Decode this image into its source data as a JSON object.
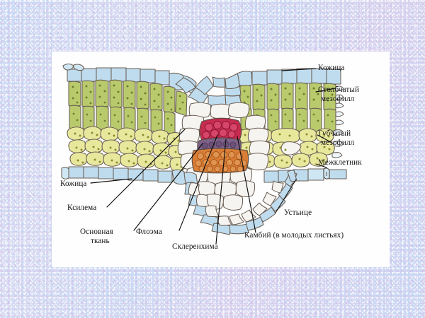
{
  "figure": {
    "kind": "leaf-cross-section-diagram",
    "title_visible": false,
    "background_color": "#ccdaf2",
    "panel_color": "#fefefe"
  },
  "labels": {
    "kozhitsa_top": "Кожица",
    "stolbchaty_mezofill": "Столбчатый",
    "stolbchaty_mezofill2": "мезофилл",
    "gubchaty_mezofill": "Губчатый",
    "gubchaty_mezofill2": "мезофилл",
    "mezhkletnik": "Межклетник",
    "kozhitsa_left": "Кожица",
    "ksilema": "Ксилема",
    "osnovnaya_tkan": "Основная",
    "osnovnaya_tkan2": "ткань",
    "floema": "Флоэма",
    "sklerenhima": "Склеренхима",
    "kambiy": "Камбий (в молодых листьях)",
    "ustice": "Устьице"
  },
  "colors": {
    "upper_epidermis": "#bcd9ec",
    "palisade_mesophyll": "#b9c96a",
    "spongy_mesophyll": "#e6e79a",
    "ground_tissue": "#f3f1ee",
    "sclerenchyma": "#c42a4f",
    "cambium": "#7a5f84",
    "xylem": "#d97b33",
    "cell_wall": "#6b5f55",
    "leader_line": "#0d0d0d",
    "label_text": "#16161a"
  },
  "structures": [
    {
      "name": "Кожица",
      "id": "epidermis",
      "note": "upper and lower epidermis, pale blue cells"
    },
    {
      "name": "Столбчатый мезофилл",
      "id": "palisade-mesophyll",
      "note": "elongated green cells below upper epidermis"
    },
    {
      "name": "Губчатый мезофилл",
      "id": "spongy-mesophyll",
      "note": "rounded yellow-green cells"
    },
    {
      "name": "Межклетник",
      "id": "intercellular-space",
      "note": "air space in spongy layer"
    },
    {
      "name": "Ксилема",
      "id": "xylem",
      "note": "orange cells, lower part of vascular bundle"
    },
    {
      "name": "Флоэма",
      "id": "phloem",
      "note": "vascular bundle, below cambium"
    },
    {
      "name": "Склеренхима",
      "id": "sclerenchyma",
      "note": "crimson cap above vascular bundle"
    },
    {
      "name": "Камбий (в молодых листьях)",
      "id": "cambium",
      "note": "purple band between xylem and phloem"
    },
    {
      "name": "Основная ткань",
      "id": "ground-tissue",
      "note": "pale parenchyma of the midrib"
    },
    {
      "name": "Устьице",
      "id": "stoma",
      "note": "stoma in lower epidermis, right side"
    }
  ]
}
